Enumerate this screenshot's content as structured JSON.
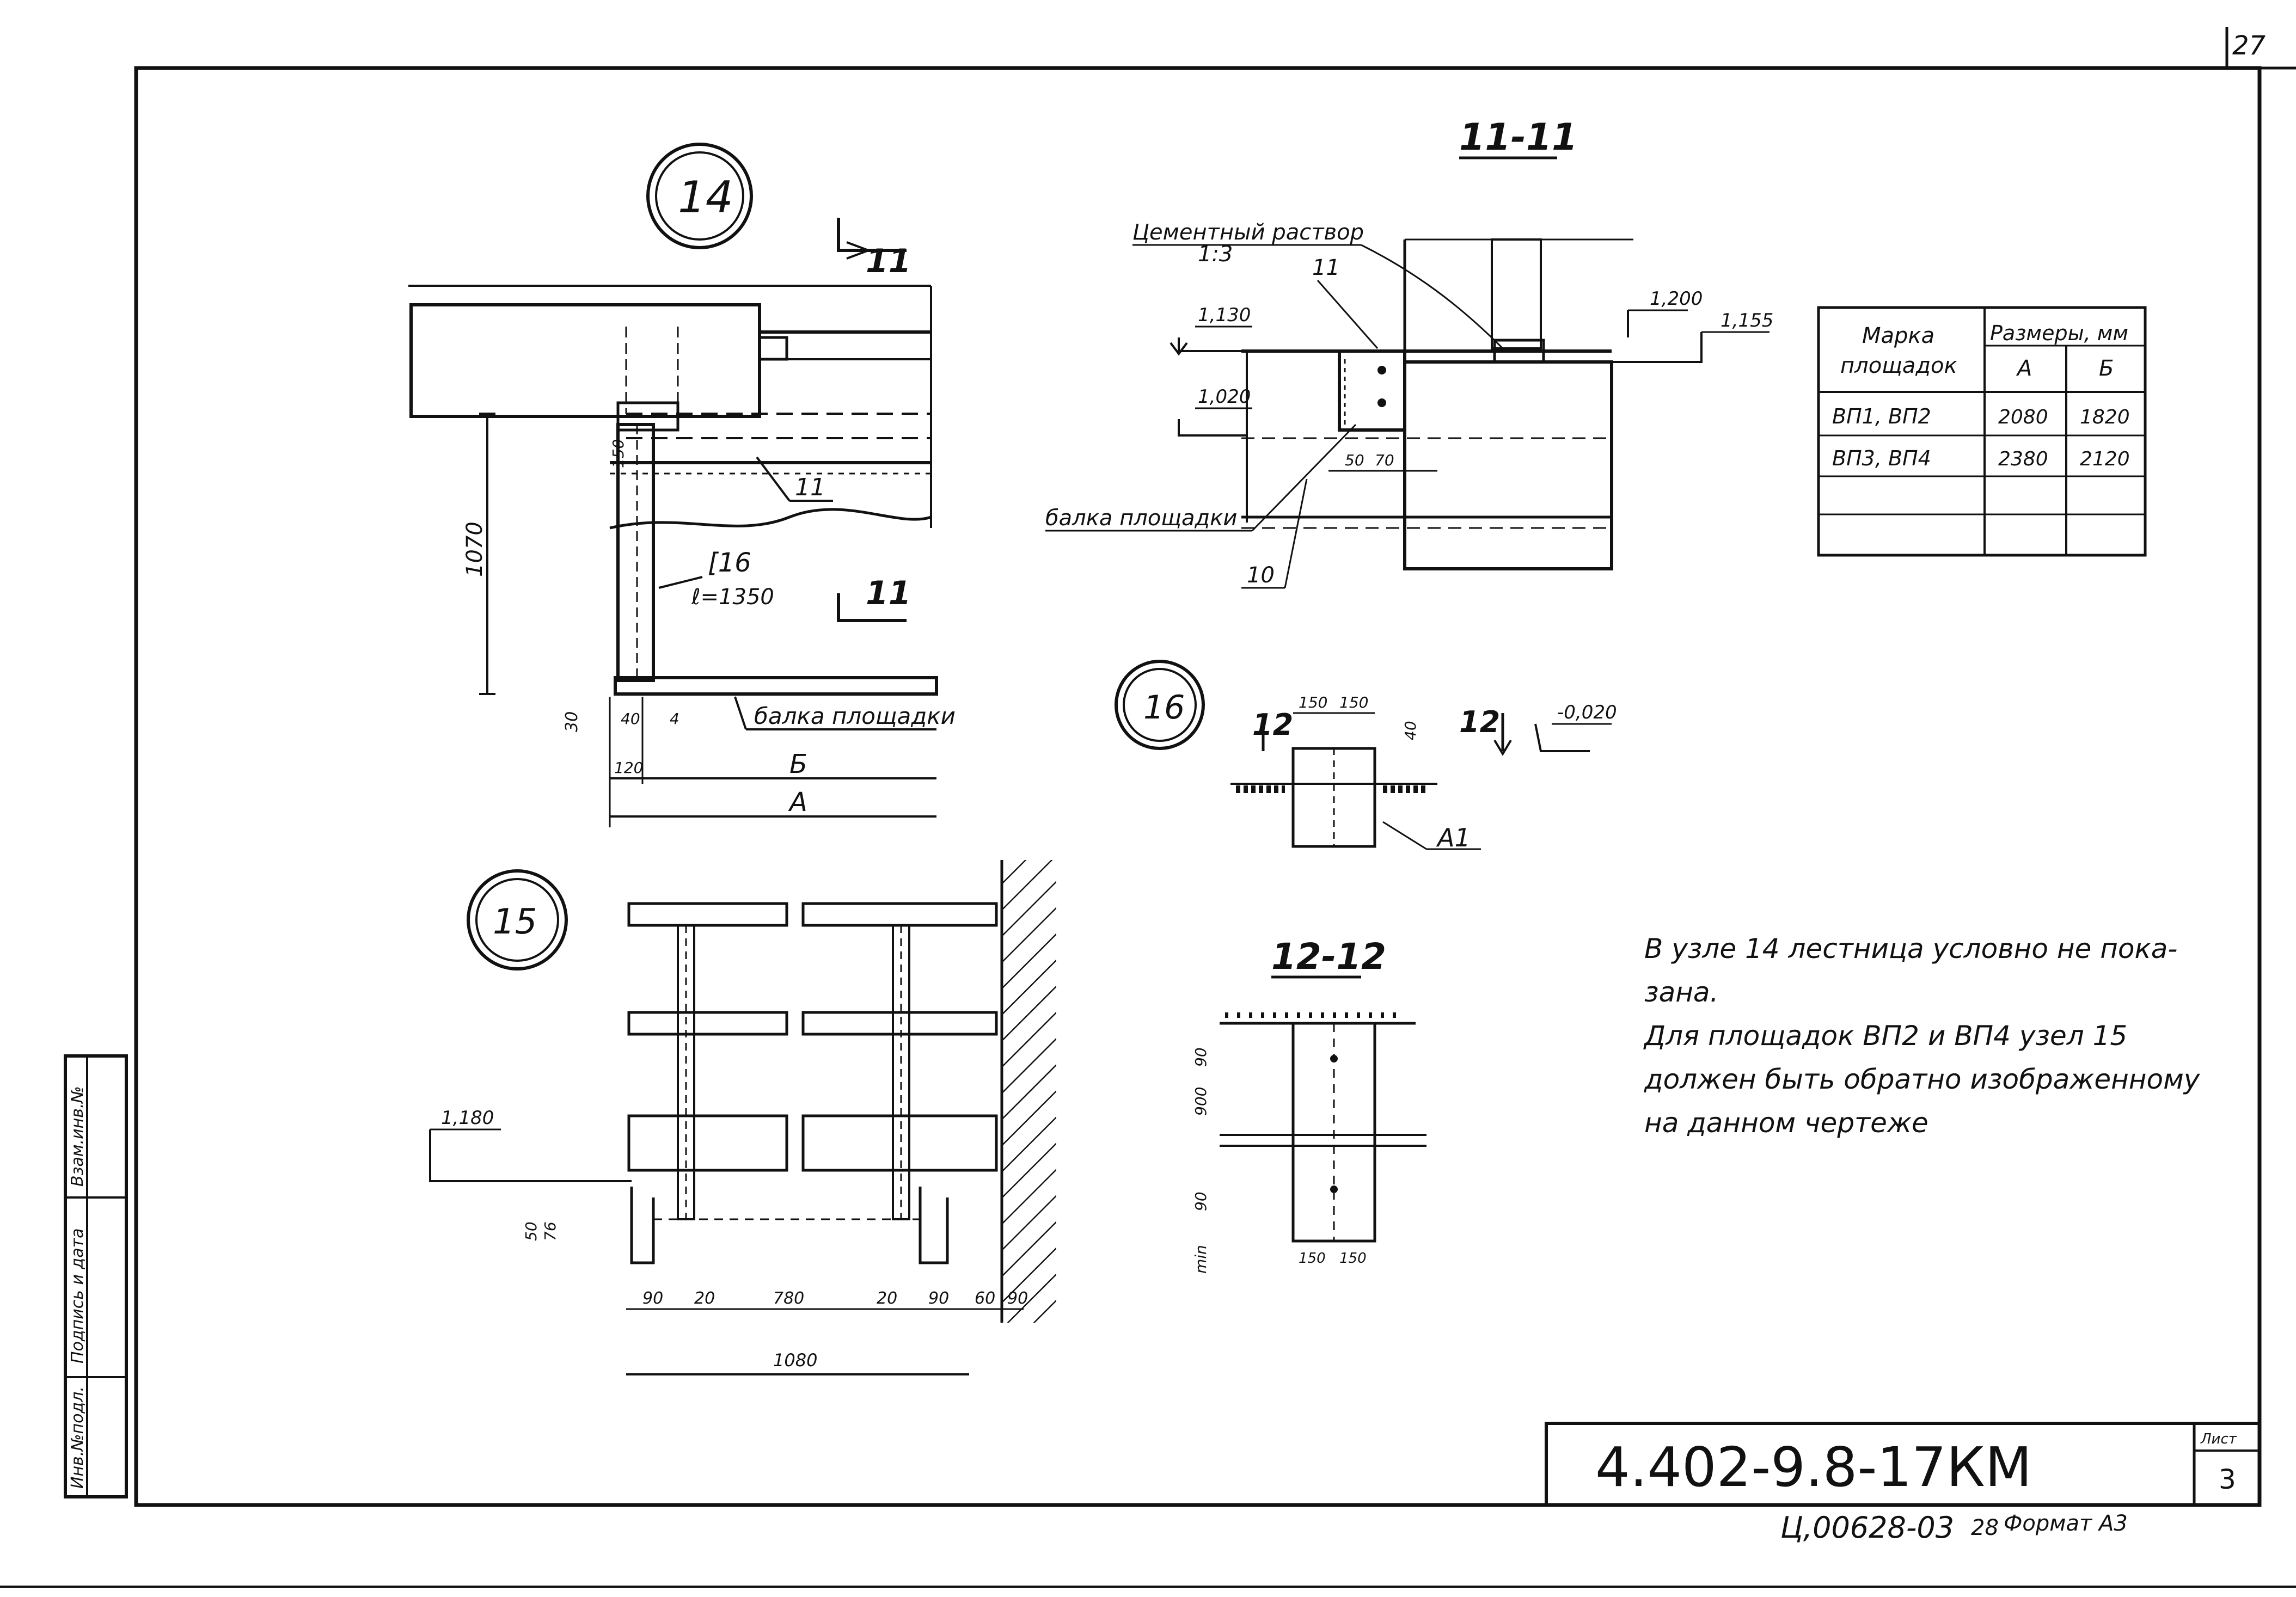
{
  "sheet": {
    "number": "27",
    "doc_code": "4.402-9.8-17КМ",
    "list_label": "Лист",
    "list_number": "3",
    "inventory": "Ц,00628-03",
    "copy_no": "28",
    "format_label": "Формат А3"
  },
  "side_stamp": {
    "inv_podl": "Инв.№подл.",
    "signature_date": "Подпись и дата",
    "vzam_inv": "Взам.инв.№"
  },
  "node14": {
    "label": "14",
    "cut_mark_top": "11",
    "cut_mark_bottom": "11",
    "callout_11": "11",
    "channel": "[16",
    "channel_length": "ℓ=1350",
    "beam_label": "балка площадки",
    "dim_1070": "1070",
    "dim_150": "150",
    "dim_30": "30",
    "dim_40": "40",
    "dim_4": "4",
    "dim_120": "120",
    "dim_B": "Б",
    "dim_A": "А"
  },
  "section11": {
    "title": "11-11",
    "mortar_label": "Цементный раствор",
    "mortar_ratio": "1:3",
    "callout_11": "11",
    "level_1130": "1,130",
    "level_1020": "1,020",
    "level_1200": "1,200",
    "level_1155": "1,155",
    "beam_label": "балка площадки",
    "callout_10": "10",
    "dim_50": "50",
    "dim_70": "70"
  },
  "table": {
    "header_mark_line1": "Марка",
    "header_mark_line2": "площадок",
    "header_sizes": "Размеры, мм",
    "col_A": "А",
    "col_B": "Б",
    "rows": [
      {
        "mark": "ВП1, ВП2",
        "A": "2080",
        "B": "1820"
      },
      {
        "mark": "ВП3, ВП4",
        "A": "2380",
        "B": "2120"
      },
      {
        "mark": "",
        "A": "",
        "B": ""
      }
    ]
  },
  "node16": {
    "label": "16",
    "cut_left": "12",
    "cut_right": "12",
    "dim_150a": "150",
    "dim_150b": "150",
    "dim_40": "40",
    "level": "-0,020",
    "anchor": "А1"
  },
  "node15": {
    "label": "15",
    "level_1180": "1,180",
    "dim_50": "50",
    "dim_76": "76",
    "dims_bottom": [
      "90",
      "20",
      "780",
      "20",
      "90",
      "60",
      "90"
    ],
    "dim_1080": "1080"
  },
  "section12": {
    "title": "12-12",
    "dim_90_top": "90",
    "dim_900": "900",
    "dim_90_bottom": "90",
    "min": "min",
    "dim_150a": "150",
    "dim_150b": "150"
  },
  "notes": {
    "line1": "В узле 14 лестница условно не пока-",
    "line2": "зана.",
    "line3": "Для площадок ВП2 и ВП4 узел 15",
    "line4": "должен быть обратно изображенному",
    "line5": "на данном чертеже"
  }
}
